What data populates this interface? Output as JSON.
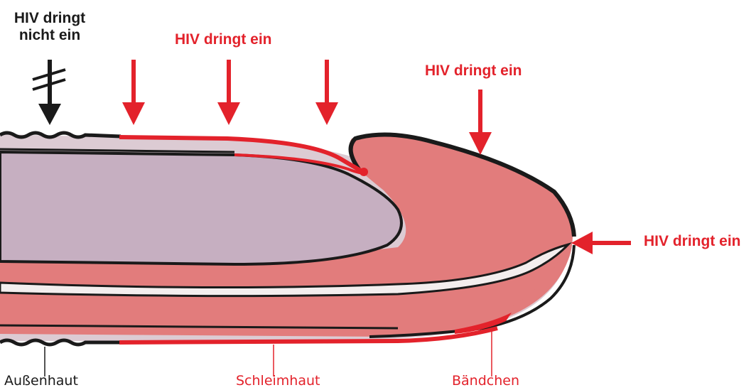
{
  "labels": {
    "no_entry_line1": "HIV dringt",
    "no_entry_line2": "nicht ein",
    "entry_top": "HIV dringt ein",
    "entry_glans": "HIV dringt ein",
    "entry_tip": "HIV dringt ein",
    "outer_skin": "Außenhaut",
    "mucosa": "Schleimhaut",
    "frenulum": "Bändchen"
  },
  "colors": {
    "red": "#e3222b",
    "black": "#1a1a1a",
    "glans": "#e27c7c",
    "shaft_core": "#c6afc1",
    "skin": "#dccbd3",
    "urethra": "#f3eeee"
  }
}
